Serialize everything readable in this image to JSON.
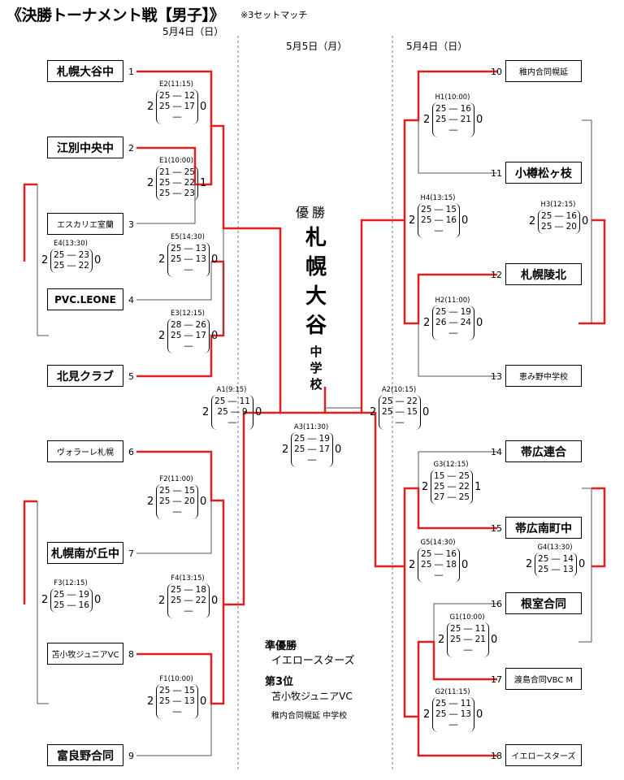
{
  "header": {
    "title": "《決勝トーナメント戦【男子】》",
    "note": "※3セットマッチ"
  },
  "dates": {
    "left": "5月4日（日）",
    "center": "5月5日（月）",
    "right": "5月4日（日）"
  },
  "teams": [
    {
      "seed": "1",
      "name": "札幌大谷中"
    },
    {
      "seed": "2",
      "name": "江別中央中"
    },
    {
      "seed": "3",
      "name": "エスカリエ室蘭"
    },
    {
      "seed": "4",
      "name": "PVC.LEONE"
    },
    {
      "seed": "5",
      "name": "北見クラブ"
    },
    {
      "seed": "6",
      "name": "ヴォラーレ札幌"
    },
    {
      "seed": "7",
      "name": "札幌南が丘中"
    },
    {
      "seed": "8",
      "name": "苫小牧ジュニアVC"
    },
    {
      "seed": "9",
      "name": "富良野合同"
    },
    {
      "seed": "10",
      "name": "稚内合同幌延"
    },
    {
      "seed": "11",
      "name": "小樽松ヶ枝"
    },
    {
      "seed": "12",
      "name": "札幌陵北"
    },
    {
      "seed": "13",
      "name": "恵み野中学校"
    },
    {
      "seed": "14",
      "name": "帯広連合"
    },
    {
      "seed": "15",
      "name": "帯広南町中"
    },
    {
      "seed": "16",
      "name": "根室合同"
    },
    {
      "seed": "17",
      "name": "渡島合同VBC M"
    },
    {
      "seed": "18",
      "name": "イエロースターズ"
    }
  ],
  "matches": [
    {
      "label": "E2(11:15)",
      "sets": [
        "25 ― 12",
        "25 ― 17",
        "―"
      ],
      "left": "2",
      "right": "0"
    },
    {
      "label": "E1(10:00)",
      "sets": [
        "21 ― 25",
        "25 ― 22",
        "25 ― 23"
      ],
      "left": "2",
      "right": "1"
    },
    {
      "label": "E4(13:30)",
      "sets": [
        "25 ― 23",
        "25 ― 22"
      ],
      "left": "2",
      "right": "0"
    },
    {
      "label": "E5(14:30)",
      "sets": [
        "25 ― 13",
        "25 ― 13",
        "―"
      ],
      "left": "2",
      "right": "0"
    },
    {
      "label": "E3(12:15)",
      "sets": [
        "28 ― 26",
        "25 ― 17",
        "―"
      ],
      "left": "2",
      "right": "0"
    },
    {
      "label": "A1(9:15)",
      "sets": [
        "25 ― 11",
        "25 ― 9",
        "―"
      ],
      "left": "2",
      "right": "0"
    },
    {
      "label": "A3(11:30)",
      "sets": [
        "25 ― 19",
        "25 ― 17",
        "―"
      ],
      "left": "2",
      "right": "0"
    },
    {
      "label": "A2(10:15)",
      "sets": [
        "25 ― 22",
        "25 ― 15",
        "―"
      ],
      "left": "2",
      "right": "0"
    },
    {
      "label": "F2(11:00)",
      "sets": [
        "25 ― 15",
        "25 ― 20",
        "―"
      ],
      "left": "2",
      "right": "0"
    },
    {
      "label": "F3(12:15)",
      "sets": [
        "25 ― 19",
        "25 ― 16"
      ],
      "left": "2",
      "right": "0"
    },
    {
      "label": "F4(13:15)",
      "sets": [
        "25 ― 18",
        "25 ― 22",
        "―"
      ],
      "left": "2",
      "right": "0"
    },
    {
      "label": "F1(10:00)",
      "sets": [
        "25 ― 15",
        "25 ― 13",
        "―"
      ],
      "left": "2",
      "right": "0"
    },
    {
      "label": "H1(10:00)",
      "sets": [
        "25 ― 16",
        "25 ― 21",
        "―"
      ],
      "left": "2",
      "right": "0"
    },
    {
      "label": "H4(13:15)",
      "sets": [
        "25 ― 15",
        "25 ― 16",
        "―"
      ],
      "left": "2",
      "right": "0"
    },
    {
      "label": "H3(12:15)",
      "sets": [
        "25 ― 16",
        "25 ― 20"
      ],
      "left": "2",
      "right": "0"
    },
    {
      "label": "H2(11:00)",
      "sets": [
        "25 ― 19",
        "26 ― 24",
        "―"
      ],
      "left": "2",
      "right": "0"
    },
    {
      "label": "G3(12:15)",
      "sets": [
        "15 ― 25",
        "25 ― 22",
        "27 ― 25"
      ],
      "left": "2",
      "right": "1"
    },
    {
      "label": "G5(14:30)",
      "sets": [
        "25 ― 16",
        "25 ― 18",
        "―"
      ],
      "left": "2",
      "right": "0"
    },
    {
      "label": "G4(13:30)",
      "sets": [
        "25 ― 14",
        "25 ― 13"
      ],
      "left": "2",
      "right": "0"
    },
    {
      "label": "G1(10:00)",
      "sets": [
        "25 ― 11",
        "25 ― 21",
        "―"
      ],
      "left": "2",
      "right": "0"
    },
    {
      "label": "G2(11:15)",
      "sets": [
        "25 ― 11",
        "25 ― 13",
        "―"
      ],
      "left": "2",
      "right": "0"
    }
  ],
  "champion": {
    "label": "優勝",
    "chars_big": [
      "札",
      "幌",
      "大",
      "谷"
    ],
    "chars_small": [
      "中",
      "学",
      "校"
    ]
  },
  "results": {
    "runner_up_label": "準優勝",
    "runner_up": "イエロースターズ",
    "third_label": "第3位",
    "third_1": "苫小牧ジュニアVC",
    "third_2": "稚内合同幌延 中学校"
  }
}
